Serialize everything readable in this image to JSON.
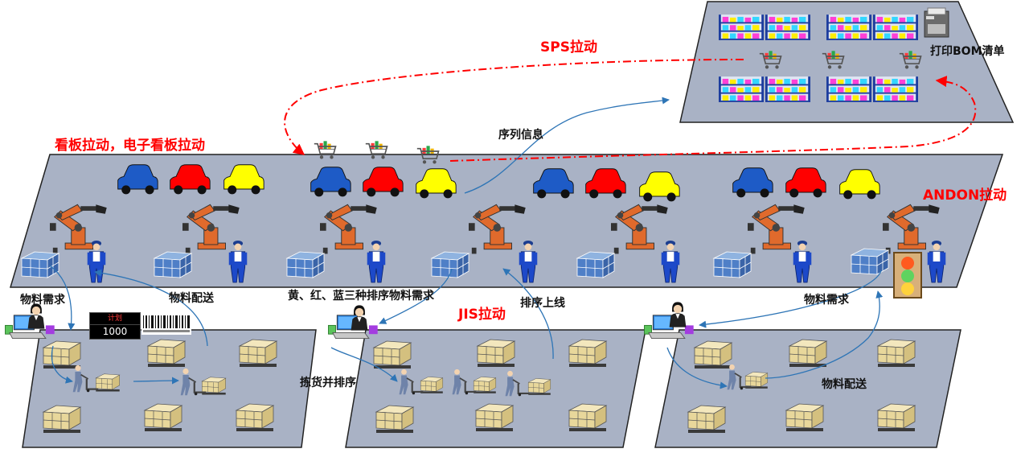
{
  "labels": {
    "sps": "SPS拉动",
    "kanban": "看板拉动，电子看板拉动",
    "andon": "ANDON拉动",
    "jis": "JIS拉动",
    "print_bom": "打印BOM清单",
    "sequence_info": "序列信息",
    "material_demand_left": "物料需求",
    "material_delivery_left": "物料配送",
    "three_sequence_demand": "黄、红、蓝三种排序物料需求",
    "sequence_online": "排序上线",
    "material_demand_right": "物料需求",
    "picking_sequencing": "拣货并排序",
    "material_delivery_right": "物料配送"
  },
  "counter": {
    "caption": "计划",
    "value": "1000"
  },
  "colors": {
    "platform": "#a9b2c5",
    "blue_car": "#1e5bc6",
    "red_car": "#ff0000",
    "yellow_car": "#ffff00",
    "robot": "#e06a2c",
    "accent_red": "#ff0000",
    "flow_arrow": "#2e75b6"
  },
  "icons": {
    "car": "car-icon",
    "robot": "industrial-robot-icon",
    "worker": "worker-icon",
    "pallet": "pallet-icon",
    "cart": "shopping-cart-icon",
    "printer": "printer-icon",
    "computer": "computer-workstation-icon",
    "andon": "andon-light-icon",
    "shelf": "storage-rack-icon",
    "forklift": "pallet-jack-operator-icon"
  }
}
